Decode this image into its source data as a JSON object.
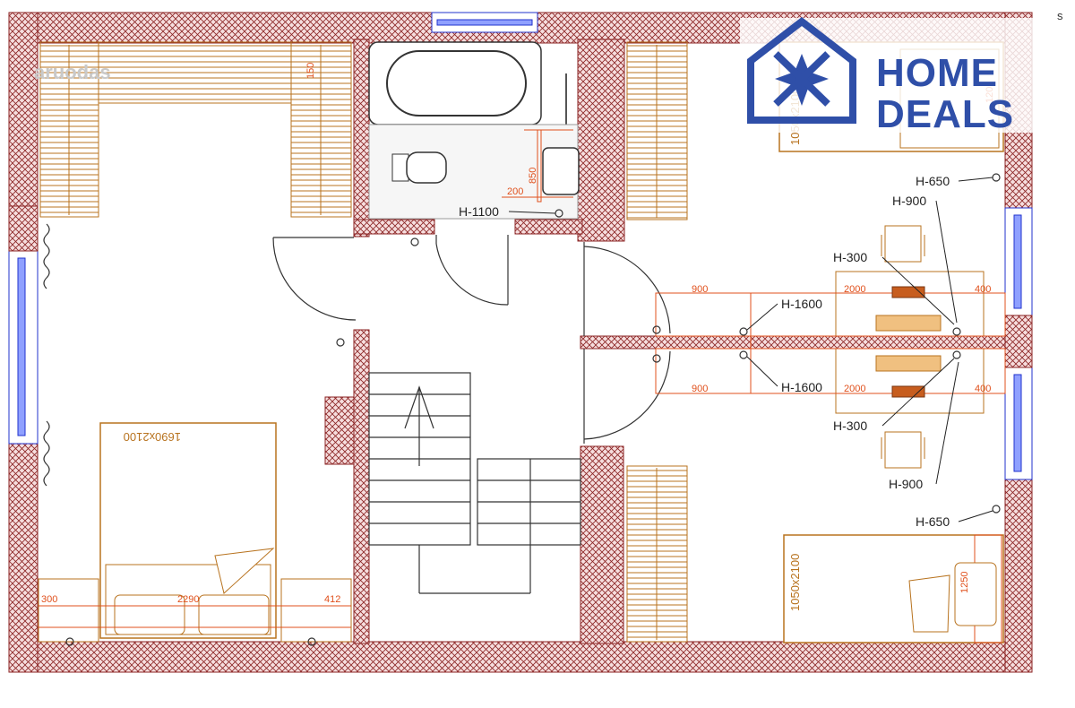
{
  "watermark": "aruodas",
  "corner_mark": "s",
  "logo": {
    "line1": "HOME",
    "line2": "DEALS",
    "colors": {
      "blue": "#2f4fa8"
    }
  },
  "beds": {
    "master": "1690x2100",
    "top_right": "1050x2100",
    "bottom_right": "1050x2100"
  },
  "heights": {
    "h1100": "H-1100",
    "h650_top": "H-650",
    "h650_bottom": "H-650",
    "h900_top": "H-900",
    "h900_bottom": "H-900",
    "h300_top": "H-300",
    "h300_bottom": "H-300",
    "h1600_top": "H-1600",
    "h1600_bottom": "H-1600"
  },
  "dims": {
    "bath_850": "850",
    "bath_200": "200",
    "desk_top_900": "900",
    "desk_top_2000": "2000",
    "desk_top_400": "400",
    "desk_bot_900": "900",
    "desk_bot_2000": "2000",
    "desk_bot_400": "400",
    "master_300": "300",
    "master_2290": "2290",
    "master_412": "412",
    "right_120": "120",
    "right_1250": "1250",
    "wardrobe_150": "150"
  },
  "colors": {
    "wall": "#8b2323",
    "wall_fill": "#f4d9d9",
    "furniture": "#b8731f",
    "dimension": "#e0501c",
    "window": "#2233cc"
  }
}
